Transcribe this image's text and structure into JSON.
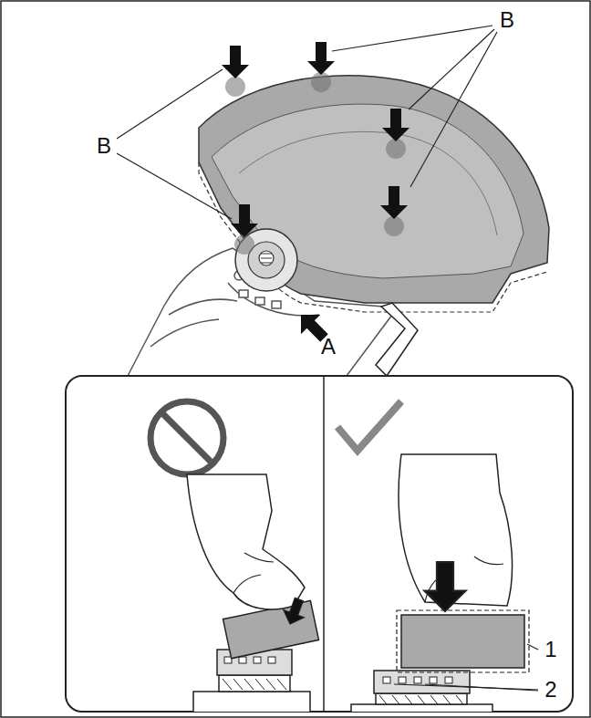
{
  "diagram": {
    "labels": [
      "B",
      "B",
      "A",
      "1",
      "2"
    ]
  }
}
